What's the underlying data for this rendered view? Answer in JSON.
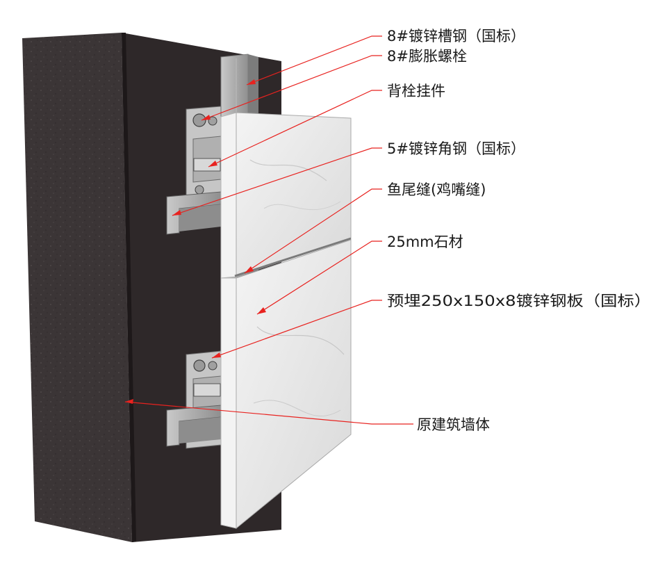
{
  "labels": [
    {
      "id": "channel-steel",
      "text": "8#镀锌槽钢（国标）"
    },
    {
      "id": "expansion-bolt",
      "text": "8#膨胀螺栓"
    },
    {
      "id": "back-bolt-hanger",
      "text": "背栓挂件"
    },
    {
      "id": "angle-steel",
      "text": "5#镀锌角钢（国标）"
    },
    {
      "id": "fishtail-joint",
      "text": "鱼尾缝(鸡嘴缝)"
    },
    {
      "id": "stone-25mm",
      "text": "25mm石材"
    },
    {
      "id": "embedded-plate",
      "text": "预埋250x150x8镀锌钢板（国标）"
    },
    {
      "id": "original-wall",
      "text": "原建筑墙体"
    }
  ],
  "colors": {
    "leader": "#e8221f",
    "wall_front": "#3a3536",
    "wall_side": "#2c2728",
    "stone": "#e9e9e9",
    "steel": "#a8a8a8"
  }
}
